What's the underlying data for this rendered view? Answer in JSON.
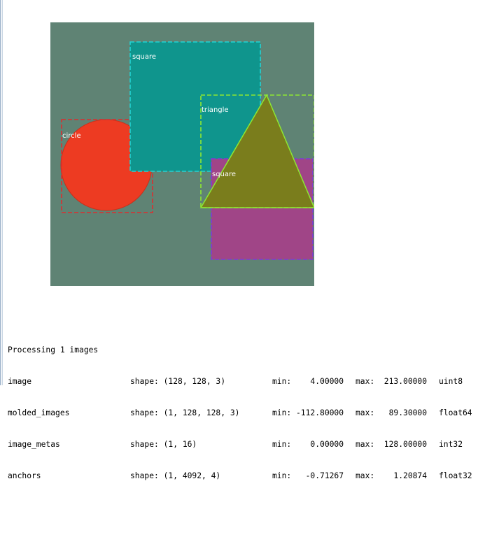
{
  "figure": {
    "background_color": "#5f8374",
    "objects": [
      {
        "shape": "circle",
        "label": "circle",
        "fill": "#ed3b22",
        "box_color": "#d93030"
      },
      {
        "shape": "square",
        "label": "square",
        "fill": "#0f958d",
        "box_color": "#22d3d3"
      },
      {
        "shape": "square",
        "label": "square",
        "fill": "#a04587",
        "box_color": "#7b3cd8"
      },
      {
        "shape": "triangle",
        "label": "triangle",
        "fill": "#7a7d1c",
        "box_color": "#8de832"
      }
    ]
  },
  "log": {
    "header": "Processing 1 images",
    "rows": [
      {
        "name": "image",
        "shape": "shape: (128, 128, 3)",
        "min": "min:    4.00000",
        "max": "max:  213.00000",
        "dtype": "uint8"
      },
      {
        "name": "molded_images",
        "shape": "shape: (1, 128, 128, 3)",
        "min": "min: -112.80000",
        "max": "max:   89.30000",
        "dtype": "float64"
      },
      {
        "name": "image_metas",
        "shape": "shape: (1, 16)",
        "min": "min:    0.00000",
        "max": "max:  128.00000",
        "dtype": "int32"
      },
      {
        "name": "anchors",
        "shape": "shape: (1, 4092, 4)",
        "min": "min:   -0.71267",
        "max": "max:    1.20874",
        "dtype": "float32"
      }
    ]
  }
}
